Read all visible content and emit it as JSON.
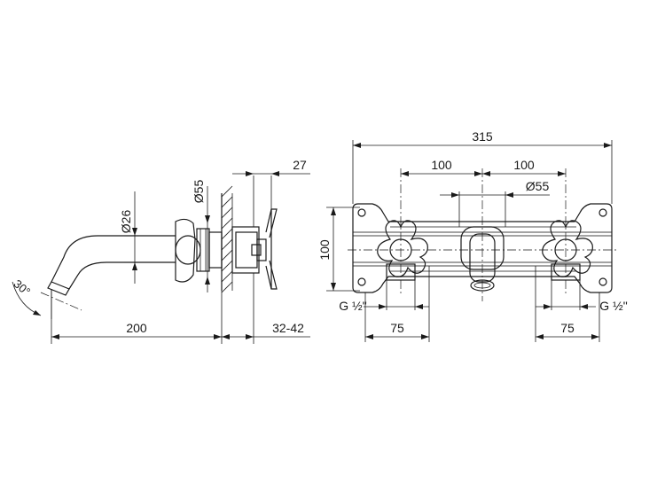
{
  "side_view": {
    "length": "200",
    "depth": "32-42",
    "plate_offset": "27",
    "spout_diameter": "Ø26",
    "flange_diameter": "Ø55",
    "angle": "30°"
  },
  "front_view": {
    "overall_width": "315",
    "left_spacing": "100",
    "right_spacing": "100",
    "flange_diameter": "Ø55",
    "height": "100",
    "left_thread": "G ½\"",
    "right_thread": "G ½\"",
    "left_offset": "75",
    "right_offset": "75"
  }
}
